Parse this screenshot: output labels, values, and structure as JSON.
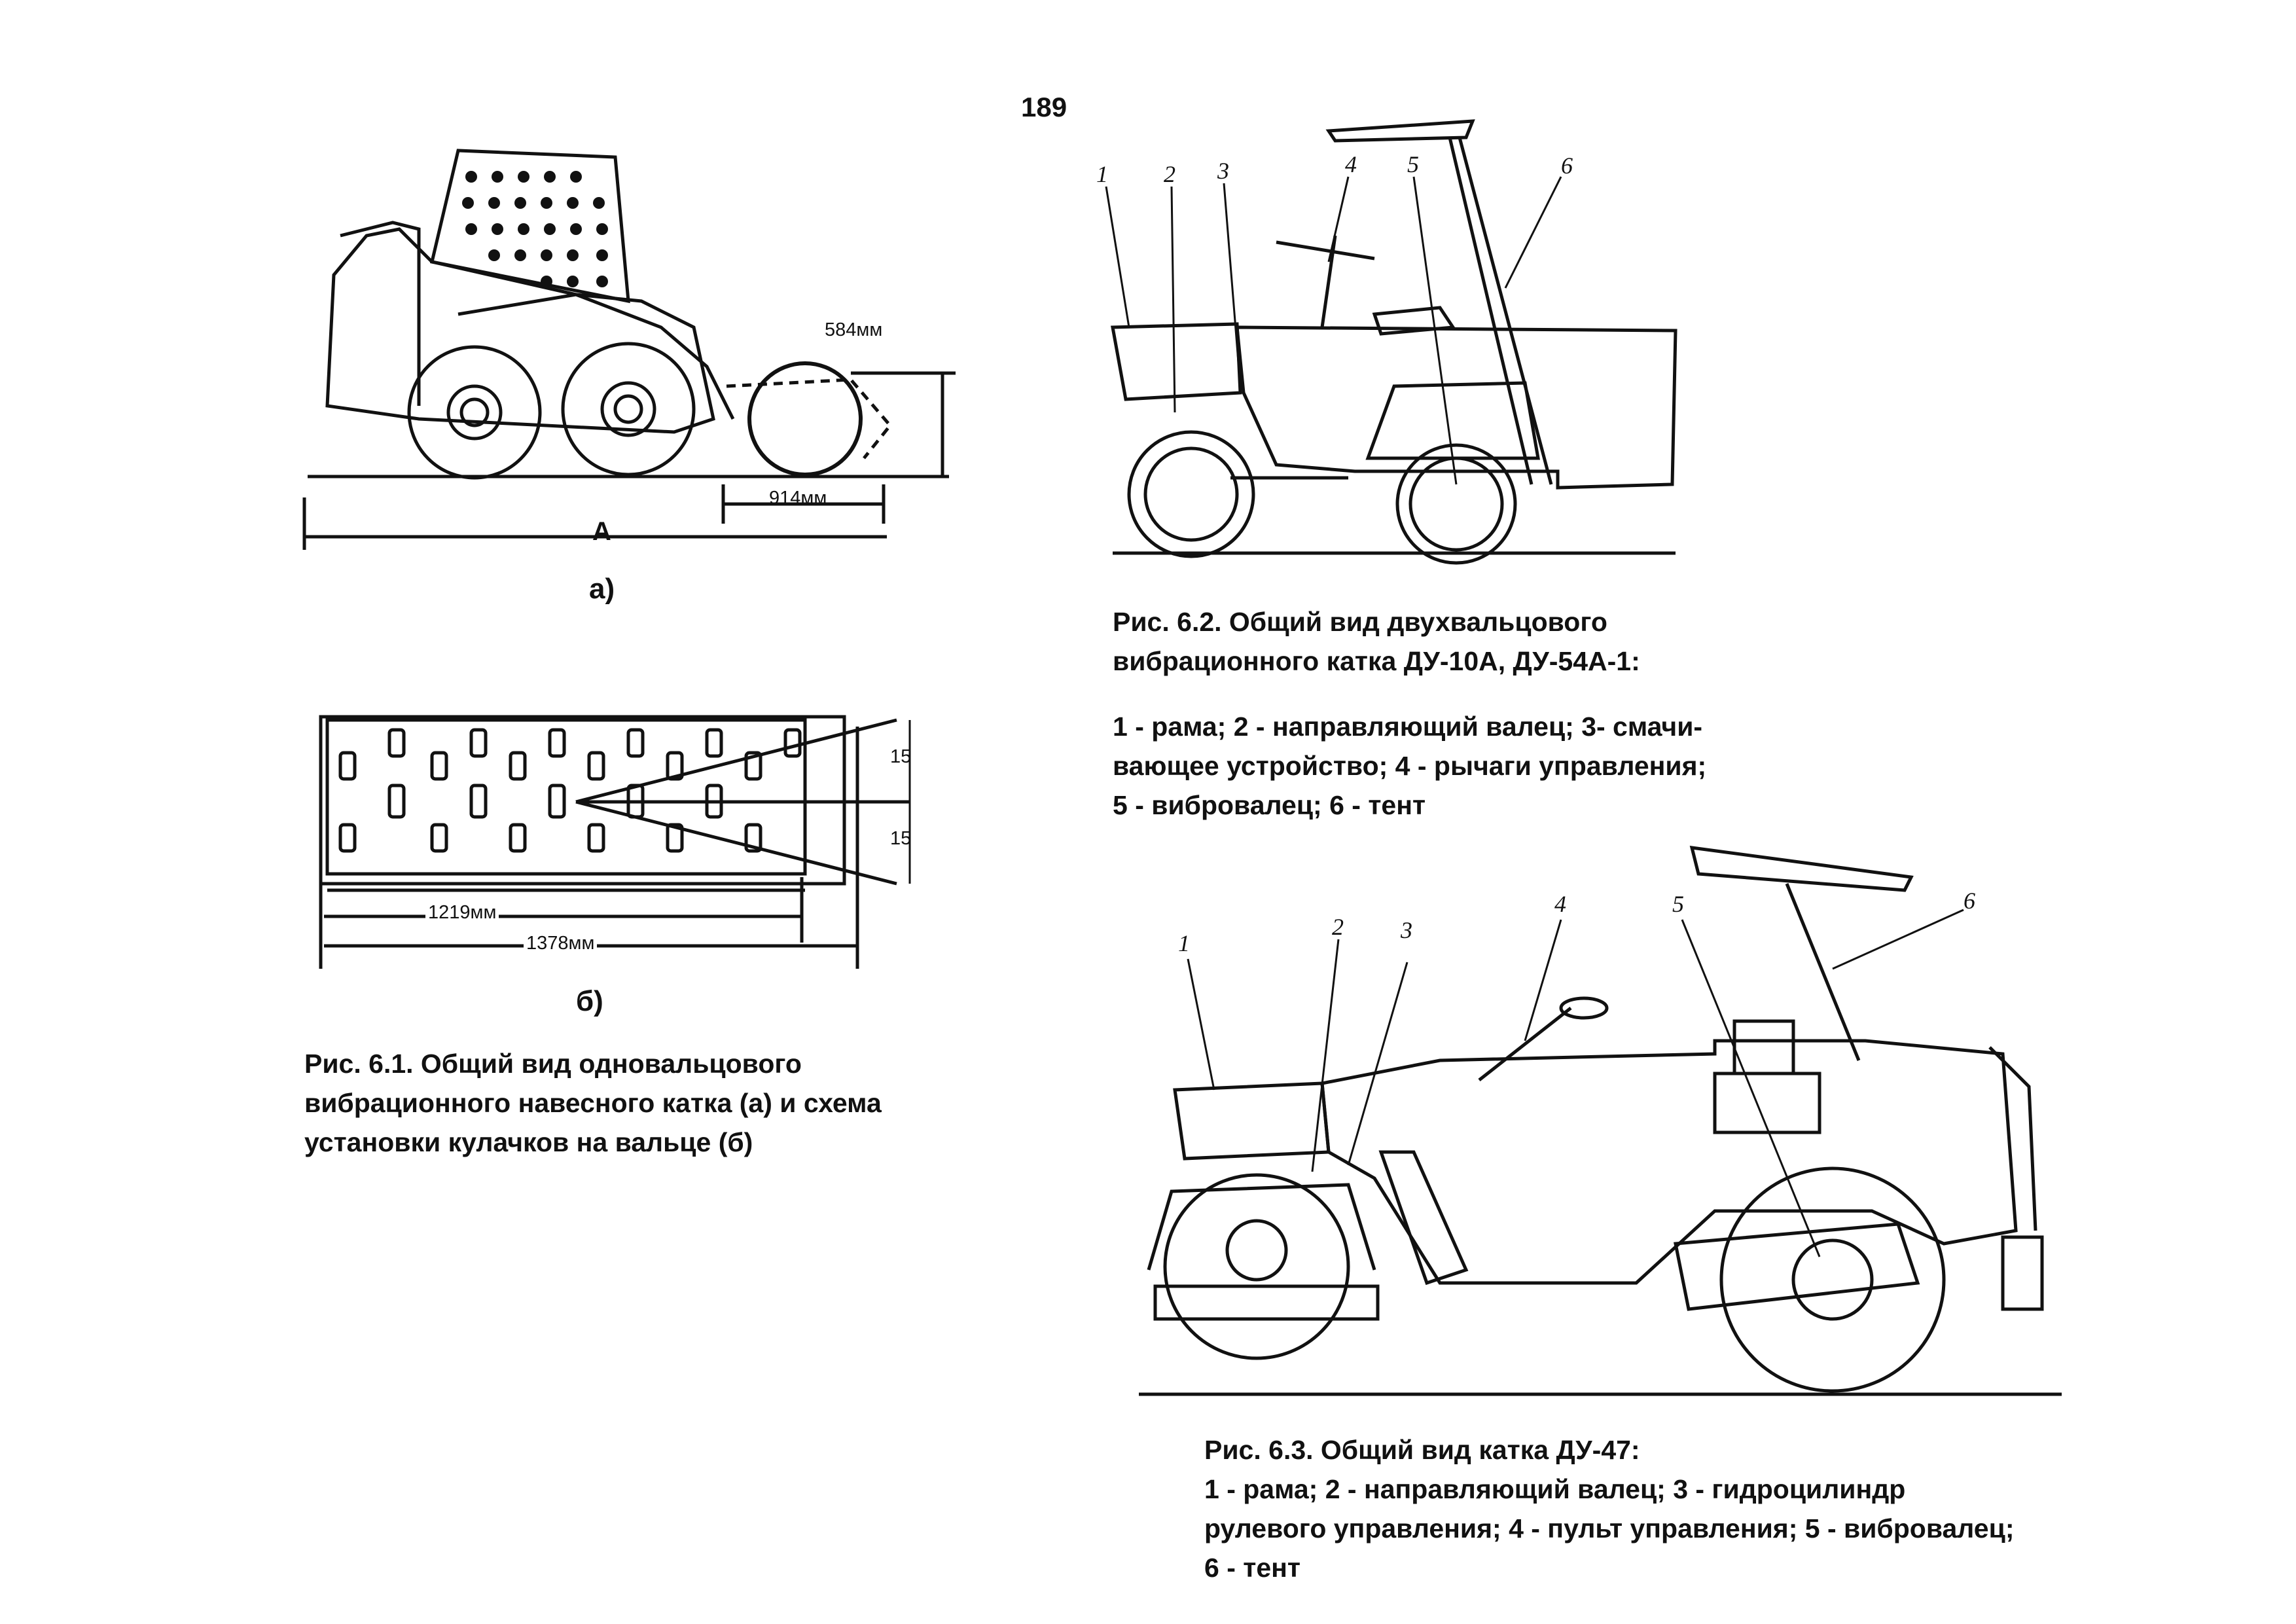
{
  "page_number": "189",
  "fig_6_1": {
    "sub_a": "а)",
    "sub_b": "б)",
    "dim_height": "584мм",
    "dim_drum": "914мм",
    "dim_A": "А",
    "dim_angle_1": "15",
    "dim_angle_2": "15",
    "dim_inner": "1219мм",
    "dim_outer": "1378мм",
    "caption": "Рис. 6.1. Общий вид одновальцового\nвибрационного навесного катка (а)  и схема\nустановки кулачков на вальце (б)"
  },
  "fig_6_2": {
    "callouts": [
      "1",
      "2",
      "3",
      "4",
      "5",
      "6"
    ],
    "caption_title": "Рис. 6.2. Общий вид двухвальцового\nвибрационного катка ДУ-10А, ДУ-54А-1:",
    "caption_legend": "1 - рама; 2 - направляющий валец; 3- смачи-\nвающее устройство; 4 - рычаги управления;\n 5 - вибровалец; 6 - тент"
  },
  "fig_6_3": {
    "callouts": [
      "1",
      "2",
      "3",
      "4",
      "5",
      "6"
    ],
    "caption": "Рис. 6.3. Общий вид катка ДУ-47:\n1 - рама; 2 - направляющий валец; 3 - гидроцилиндр\nрулевого управления;  4 - пульт управления; 5 - вибровалец;\n6 - тент"
  }
}
